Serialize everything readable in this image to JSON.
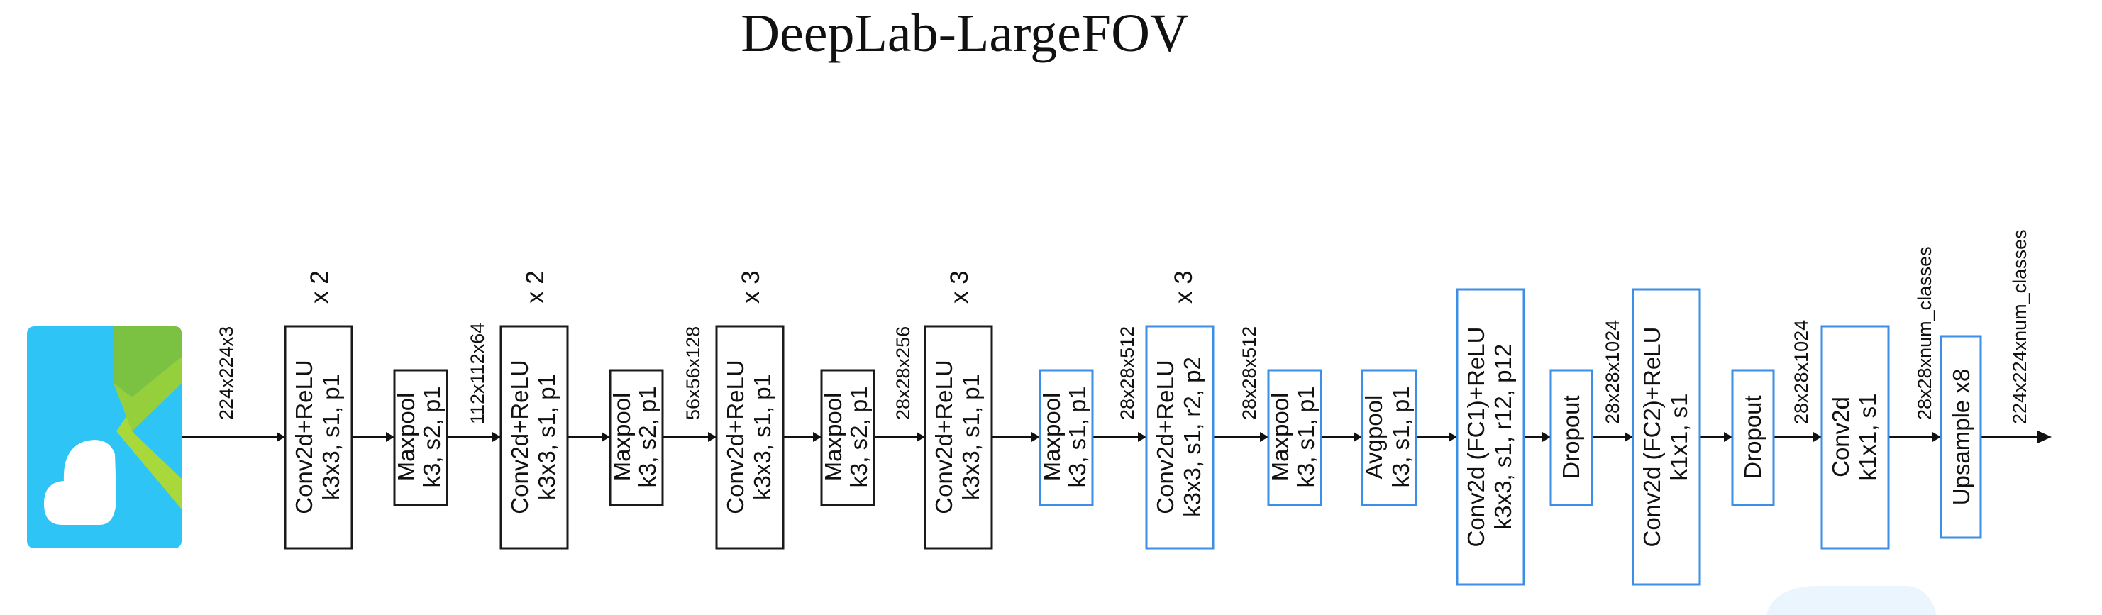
{
  "title": "DeepLab-LargeFOV",
  "colors": {
    "box_border_standard": "#1a1a1a",
    "box_border_highlight": "#3b8fe6",
    "logo_bg": "#2ec4f5",
    "logo_green_dark": "#7cc242",
    "logo_green_light": "#a9d83a",
    "logo_cloud": "#ffffff"
  },
  "input_icon": "image-icon",
  "dims": {
    "d1": "224x224x3",
    "d2": "112x112x64",
    "d3": "56x56x128",
    "d4": "28x28x256",
    "d5": "28x28x512",
    "d6": "28x28x512",
    "d7": "28x28x1024",
    "d8": "28x28x1024",
    "d9": "28x28xnum_classes",
    "d10": "224x224xnum_classes"
  },
  "blocks": {
    "conv1": {
      "line1": "Conv2d+ReLU",
      "line2": "k3x3, s1, p1",
      "repeat": "x 2"
    },
    "pool1": {
      "line1": "Maxpool",
      "line2": "k3, s2, p1"
    },
    "conv2": {
      "line1": "Conv2d+ReLU",
      "line2": "k3x3, s1, p1",
      "repeat": "x 2"
    },
    "pool2": {
      "line1": "Maxpool",
      "line2": "k3, s2, p1"
    },
    "conv3": {
      "line1": "Conv2d+ReLU",
      "line2": "k3x3, s1, p1",
      "repeat": "x 3"
    },
    "pool3": {
      "line1": "Maxpool",
      "line2": "k3, s2, p1"
    },
    "conv4": {
      "line1": "Conv2d+ReLU",
      "line2": "k3x3, s1, p1",
      "repeat": "x 3"
    },
    "pool4": {
      "line1": "Maxpool",
      "line2": "k3, s1, p1"
    },
    "conv5": {
      "line1": "Conv2d+ReLU",
      "line2": "k3x3, s1, r2, p2",
      "repeat": "x 3"
    },
    "pool5": {
      "line1": "Maxpool",
      "line2": "k3, s1, p1"
    },
    "avgpool": {
      "line1": "Avgpool",
      "line2": "k3, s1, p1"
    },
    "fc1": {
      "line1": "Conv2d (FC1)+ReLU",
      "line2": "k3x3, s1, r12, p12"
    },
    "drop1": {
      "line1": "Dropout"
    },
    "fc2": {
      "line1": "Conv2d (FC2)+ReLU",
      "line2": "k1x1, s1"
    },
    "drop2": {
      "line1": "Dropout"
    },
    "conv_out": {
      "line1": "Conv2d",
      "line2": "k1x1, s1"
    },
    "upsample": {
      "line1": "Upsample x8"
    }
  }
}
